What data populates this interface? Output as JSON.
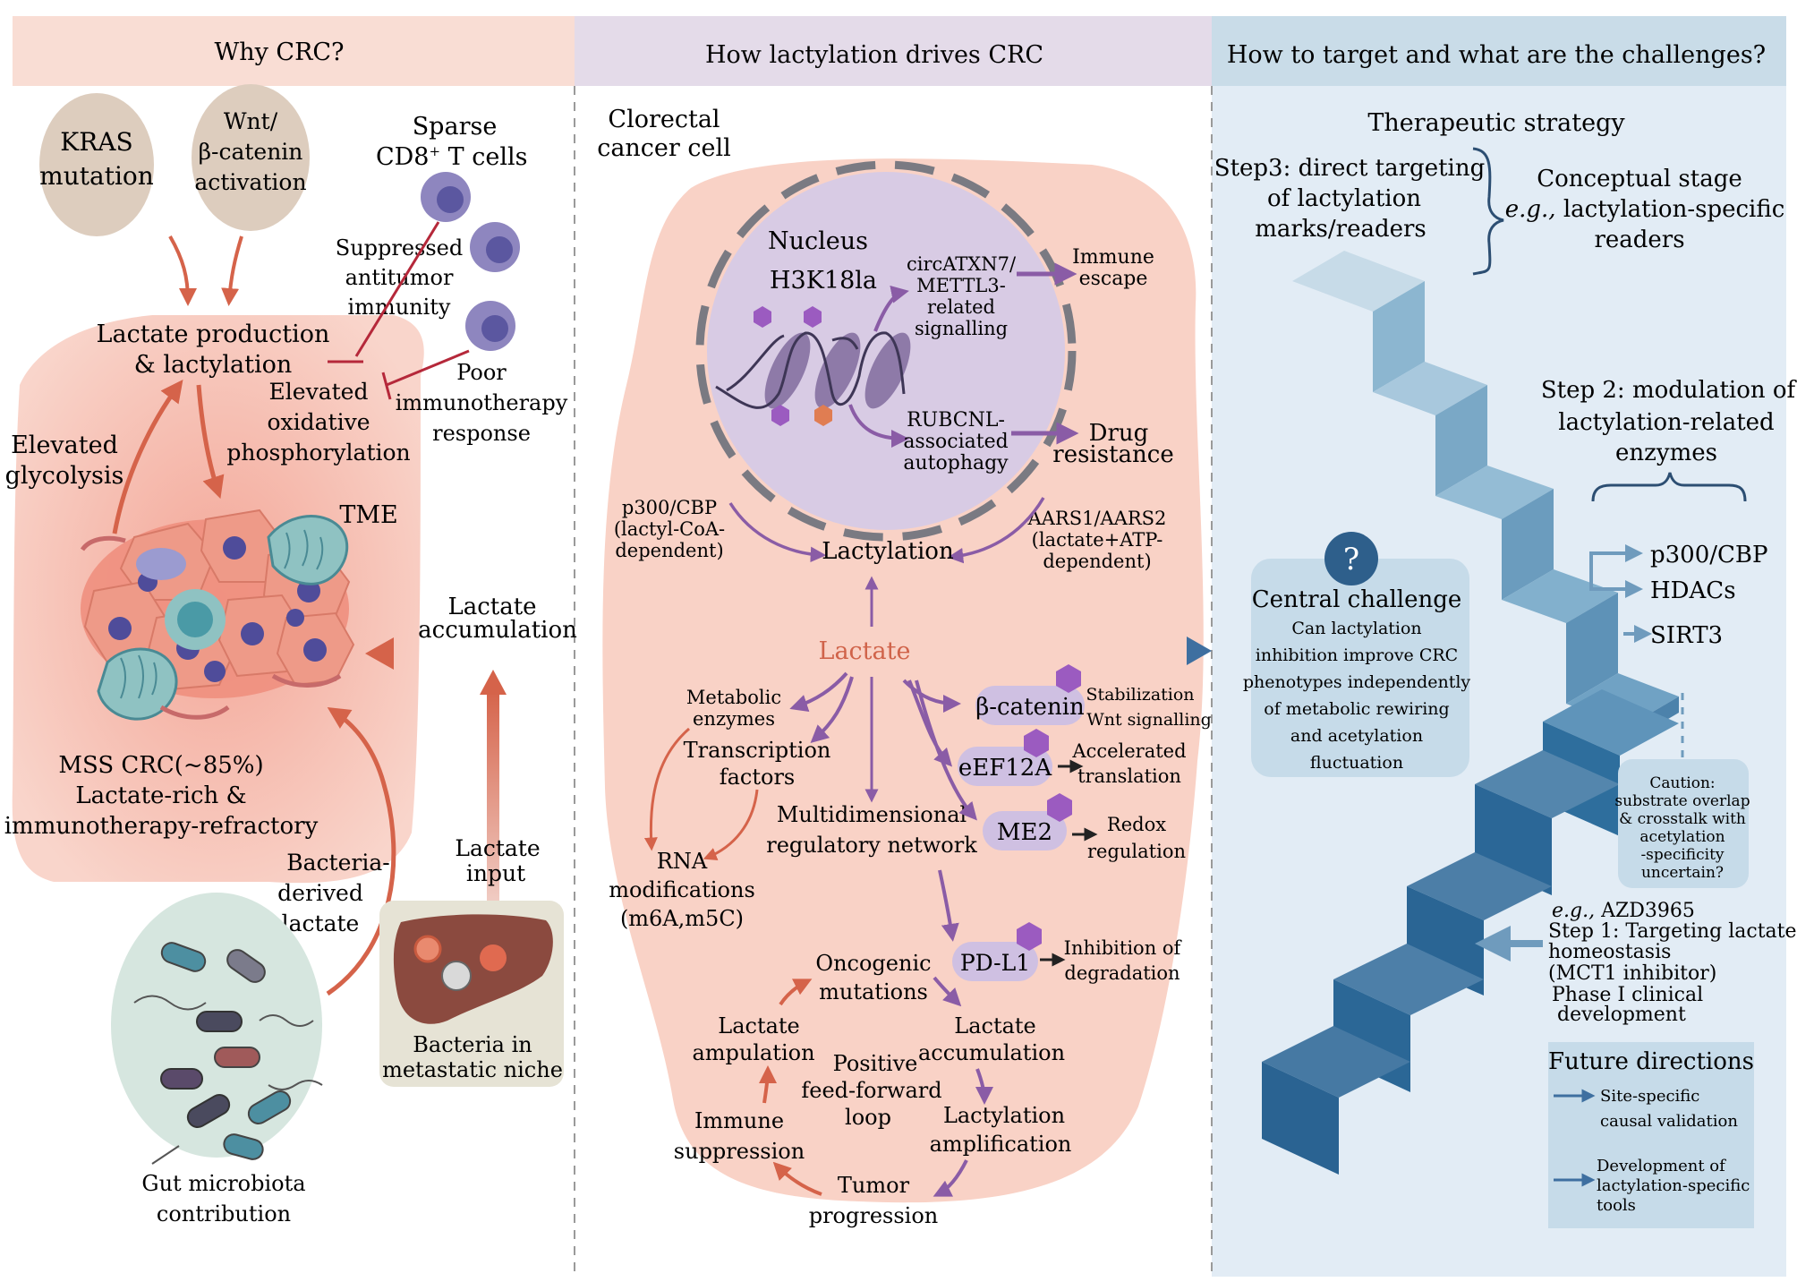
{
  "headers": {
    "left": "Why CRC?",
    "middle": "How lactylation drives CRC",
    "right": "How to target and what are the challenges?"
  },
  "colors": {
    "left_header": "#f9ddd4",
    "middle_header": "#e4dbe9",
    "right_header": "#c9dce8",
    "right_panel": "#e2ecf5",
    "cell_body": "#f9d2c6",
    "nucleus": "#d8cbe4",
    "arrow_red": "#d5634a",
    "arrow_purple": "#8a5ca6",
    "arrow_blue": "#3e6fa0",
    "stair_top": "#a9cbe0",
    "stair_dark": "#2f6f9f"
  },
  "left": {
    "kras": [
      "KRAS",
      "mutation"
    ],
    "wnt": [
      "Wnt/",
      "β-catenin",
      "activation"
    ],
    "tcells_title": [
      "Sparse",
      "CD8",
      "+",
      " T cells"
    ],
    "suppressed": [
      "Suppressed",
      "antitumor",
      "immunity"
    ],
    "poor": [
      "Poor",
      "immunotherapy",
      "response"
    ],
    "lactate_production": [
      "Lactate production",
      "& lactylation"
    ],
    "elevated_oxphos": [
      "Elevated",
      "oxidative",
      "phosphorylation"
    ],
    "elevated_glycolysis": [
      "Elevated",
      "glycolysis"
    ],
    "tme": "TME",
    "mss": [
      "MSS CRC(~85%)",
      "Lactate-rich &",
      "immunotherapy-refractory"
    ],
    "bacteria_derived": [
      "Bacteria-",
      "derived",
      "lactate"
    ],
    "lactate_input": [
      "Lactate",
      "input"
    ],
    "bacteria_niche": [
      "Bacteria in",
      "metastatic niche"
    ],
    "gut": [
      "Gut microbiota",
      "contribution"
    ],
    "lactate_accumulation": [
      "Lactate",
      "accumulation"
    ]
  },
  "middle": {
    "cell_label": [
      "Clorectal",
      "cancer cell"
    ],
    "nucleus": "Nucleus",
    "h3k18la": "H3K18la",
    "circ": [
      "circATXN7/",
      "METTL3-",
      "related",
      "signalling"
    ],
    "immune_escape": [
      "Immune",
      "escape"
    ],
    "rubcnl": [
      "RUBCNL-",
      "associated",
      "autophagy"
    ],
    "drug_resistance": [
      "Drug",
      "resistance"
    ],
    "p300_left": [
      "p300/CBP",
      "(lactyl-CoA-",
      "dependent)"
    ],
    "aars": [
      "AARS1/AARS2",
      "(lactate+ATP-",
      "dependent)"
    ],
    "lactylation": "Lactylation",
    "lactate": "Lactate",
    "metabolic": [
      "Metabolic",
      "enzymes"
    ],
    "transcription": [
      "Transcription",
      "factors"
    ],
    "rna": [
      "RNA",
      "modifications",
      "(m6A,m5C)"
    ],
    "multidim": [
      "Multidimensional",
      "regulatory network"
    ],
    "beta_catenin": "β-catenin",
    "stabilization": [
      "Stabilization",
      "Wnt signalling"
    ],
    "eef": "eEF12A",
    "accelerated": [
      "Accelerated",
      "translation"
    ],
    "me2": "ME2",
    "redox": [
      "Redox",
      "regulation"
    ],
    "pdl1": "PD-L1",
    "inhibition": [
      "Inhibition of",
      "degradation"
    ],
    "oncogenic": [
      "Oncogenic",
      "mutations"
    ],
    "lact_accum": [
      "Lactate",
      "accumulation"
    ],
    "lactylation_amp": [
      "Lactylation",
      "amplification"
    ],
    "tumor_prog": [
      "Tumor",
      "progression"
    ],
    "immune_supp": [
      "Immune",
      "suppression"
    ],
    "lactate_amp": [
      "Lactate",
      "ampulation"
    ],
    "positive_loop": [
      "Positive",
      "feed-forward",
      "loop"
    ]
  },
  "right": {
    "therapeutic": "Therapeutic strategy",
    "step3": [
      "Step3: direct targeting",
      "of lactylation",
      "marks/readers"
    ],
    "conceptual": [
      "Conceptual stage",
      "e.g.,",
      " lactylation-specific",
      "readers"
    ],
    "step2": [
      "Step 2: modulation of",
      "lactylation-related",
      "enzymes"
    ],
    "enzymes": [
      "p300/CBP",
      "HDACs",
      "SIRT3"
    ],
    "question_mark": "?",
    "central_title": "Central challenge",
    "central_body": [
      "Can lactylation",
      "inhibition improve CRC",
      "phenotypes independently",
      "of metabolic rewiring",
      "and acetylation",
      "fluctuation"
    ],
    "caution": [
      "Caution:",
      "substrate overlap",
      "& crosstalk with",
      "acetylation",
      "-specificity",
      "uncertain?"
    ],
    "eg_azd": [
      "e.g.,",
      " AZD3965"
    ],
    "step1": [
      "Step 1: Targeting lactate",
      "homeostasis",
      "(MCT1 inhibitor)",
      "Phase I clinical",
      "development"
    ],
    "future_title": "Future directions",
    "future1": [
      "Site-specific",
      "causal validation"
    ],
    "future2": [
      "Development of",
      "lactylation-specific",
      "tools"
    ]
  }
}
